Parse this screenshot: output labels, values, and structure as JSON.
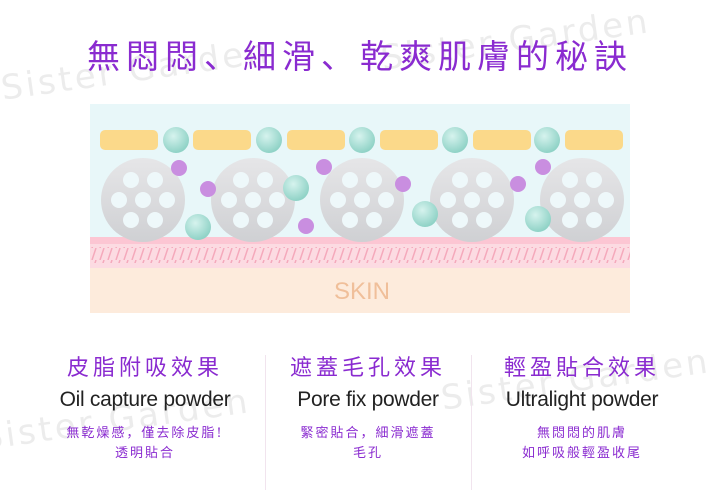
{
  "watermark": "Sister Garden",
  "title": "無悶悶、細滑、乾爽肌膚的秘訣",
  "diagram": {
    "skin_label": "SKIN",
    "colors": {
      "background": "#e8f7f9",
      "oil_bar": "#fbd98a",
      "teal": "#a8e0d6",
      "purple": "#c98ee0",
      "powder": "#d9d9dc",
      "pink": "#fcd3dc",
      "skin": "#fdebdc",
      "skin_text": "#f0bf9a"
    }
  },
  "columns": [
    {
      "title": "皮脂附吸效果",
      "subtitle": "Oil capture powder",
      "desc_lines": [
        "無乾燥感，僅去除皮脂!",
        "透明貼合"
      ]
    },
    {
      "title": "遮蓋毛孔效果",
      "subtitle": "Pore fix powder",
      "desc_lines": [
        "緊密貼合，細滑遮蓋",
        "毛孔"
      ]
    },
    {
      "title": "輕盈貼合效果",
      "subtitle": "Ultralight powder",
      "desc_lines": [
        "無悶悶的肌膚",
        "如呼吸般輕盈收尾"
      ]
    }
  ]
}
